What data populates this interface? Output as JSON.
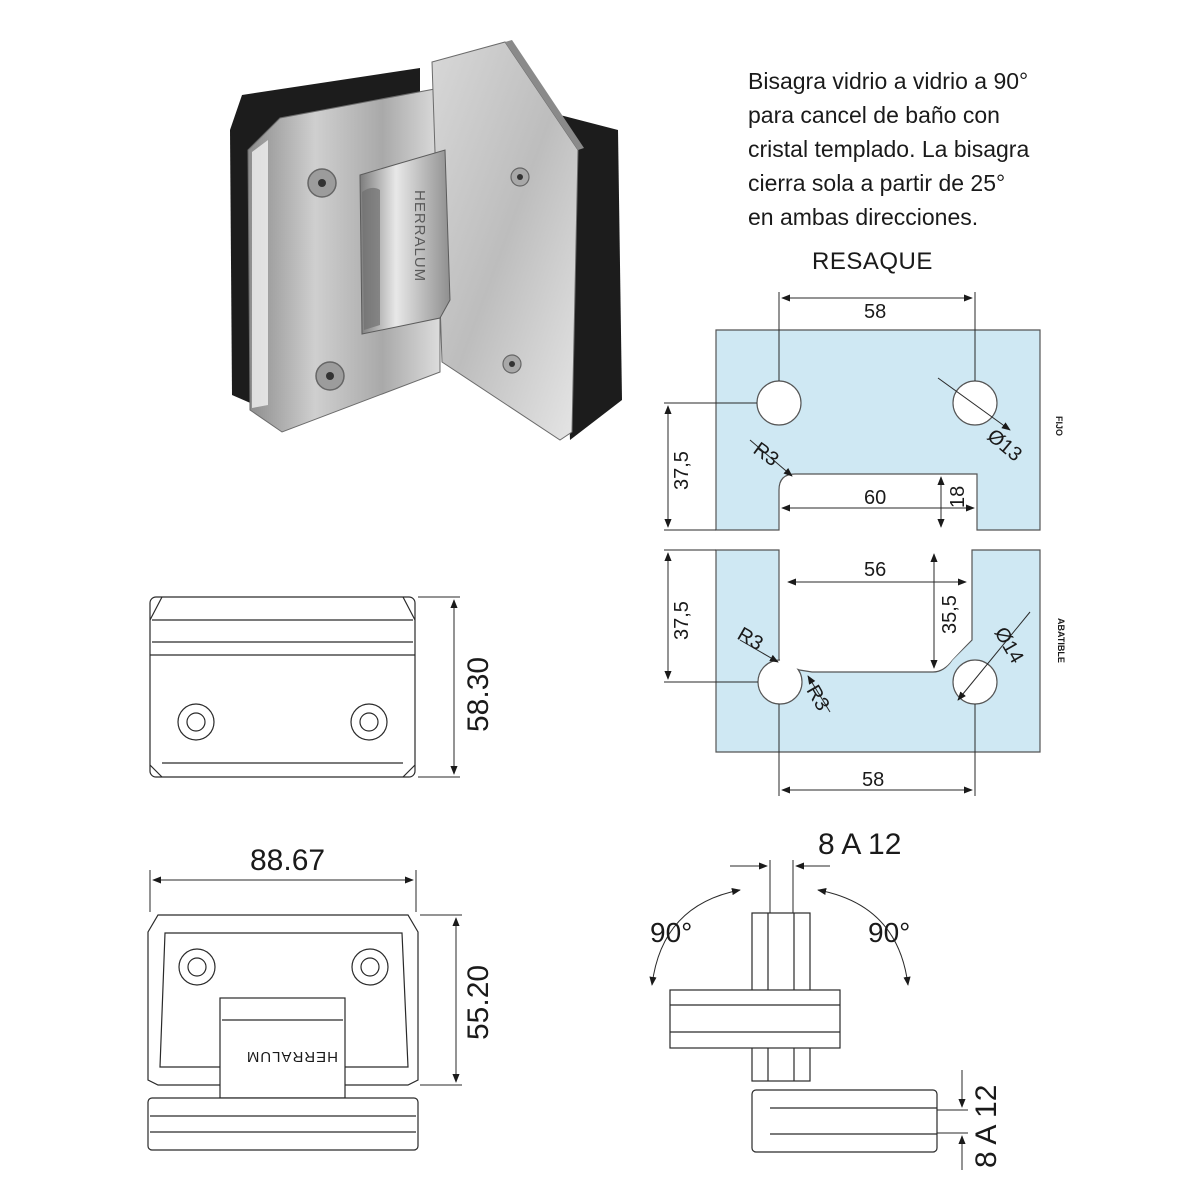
{
  "description": {
    "lines": [
      "Bisagra vidrio a vidrio a 90°",
      "para cancel de baño con",
      "cristal templado. La bisagra",
      "cierra sola a partir de 25°",
      "en ambas direcciones."
    ]
  },
  "resaque": {
    "title": "RESAQUE",
    "fijo": {
      "label": "FIJO",
      "dims": {
        "top_width": "58",
        "height": "37,5",
        "notch_width": "60",
        "notch_depth": "18",
        "radius": "R3",
        "hole": "Ø13"
      }
    },
    "abatible": {
      "label": "ABATIBLE",
      "dims": {
        "notch_width": "56",
        "height": "37,5",
        "notch_depth": "35,5",
        "radius_top": "R3",
        "radius_bottom": "R3",
        "hole": "Ø14",
        "bottom_width": "58"
      }
    }
  },
  "front_view": {
    "height": "58.30"
  },
  "top_view": {
    "width": "88.67",
    "height": "55.20",
    "brand": "HERRALUM"
  },
  "section_view": {
    "glass_top": "8 A 12",
    "glass_side": "8 A 12",
    "angle_left": "90°",
    "angle_right": "90°"
  },
  "product_image": {
    "brand": "HERRALUM"
  },
  "colors": {
    "glass_fill": "#cfe8f3",
    "glass_stroke": "#555555",
    "line": "#2a2a2a",
    "metal_light": "#e4e4e4",
    "metal_dark": "#9a9a9a",
    "gasket": "#1c1c1c"
  }
}
